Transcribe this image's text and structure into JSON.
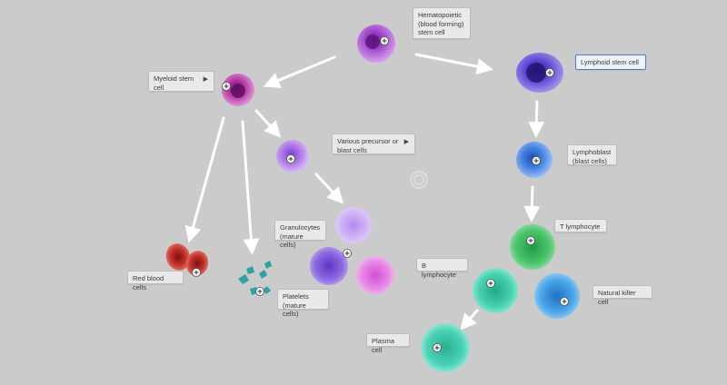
{
  "labels": {
    "hsc": "Hematopoietic\n(blood forming)\nstem cell",
    "myeloid": "Myeloid stem\ncell",
    "lymphoid": "Lymphoid stem cell",
    "precursor": "Various precursor or\nblast cells",
    "lymphoblast": "Lymphoblast\n(blast cells)",
    "granulocytes": "Granulocytes\n(mature cells)",
    "t_lymphocyte": "T lymphocyte",
    "b_lymphocyte": "B lymphocyte",
    "red_blood": "Red blood cells",
    "platelets": "Platelets\n(mature cells)",
    "natural_killer": "Natural killer cell",
    "plasma": "Plasma cell"
  },
  "expand_glyph": "▶",
  "colors": {
    "background": "#cbcbcb",
    "stem_purple": "#9b3fc4",
    "myeloid_magenta": "#b0329e",
    "lymphoid_violet": "#5a3fd0",
    "precursor_lavender": "#b07ce8",
    "lymphoblast_blue": "#3f7ee0",
    "t_green": "#4cc46a",
    "b_teal": "#48d2b0",
    "nk_blue": "#4aa6e8",
    "plasma_teal": "#4ad2b6",
    "rbc_red": "#c2302a",
    "platelet_teal": "#2fa3a3",
    "active_border": "#4a7fc8"
  }
}
